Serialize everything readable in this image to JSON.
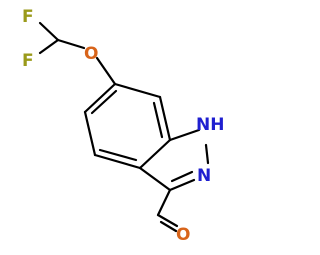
{
  "molecule": {
    "atom_labels": {
      "f1": "F",
      "f2": "F",
      "o_ether": "O",
      "nh": "NH",
      "n2": "N",
      "o_aldehyde": "O"
    },
    "colors": {
      "bond": "#000000",
      "fluorine": "#9a9a1a",
      "oxygen": "#d8641a",
      "nitrogen": "#1f1fd0"
    }
  }
}
